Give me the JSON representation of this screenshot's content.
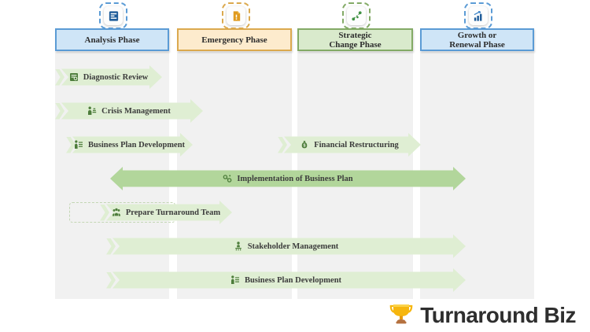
{
  "phases": [
    {
      "lines": [
        "Analysis Phase"
      ],
      "icon": "report-icon",
      "fill": "#cfe5f7",
      "border": "#5b9bd5",
      "icon_color": "#1f5c99"
    },
    {
      "lines": [
        "Emergency Phase"
      ],
      "icon": "emergency-doc-icon",
      "fill": "#fdebcd",
      "border": "#dba94e",
      "icon_color": "#e09a1e"
    },
    {
      "lines": [
        "Strategic",
        "Change Phase"
      ],
      "icon": "strategy-route-icon",
      "fill": "#d9eacc",
      "border": "#83aa66",
      "icon_color": "#3f9142"
    },
    {
      "lines": [
        "Growth or",
        "Renewal Phase"
      ],
      "icon": "growth-chart-icon",
      "fill": "#cfe5f7",
      "border": "#5b9bd5",
      "icon_color": "#1f5c99"
    }
  ],
  "activities": [
    {
      "label": "Diagnostic Review",
      "icon": "diagnostic-review-icon"
    },
    {
      "label": "Crisis Management",
      "icon": "crisis-management-icon"
    },
    {
      "label": "Business Plan Development",
      "icon": "business-plan-icon"
    },
    {
      "label": "Financial Restructuring",
      "icon": "financial-restructuring-icon"
    },
    {
      "label": "Implementation of Business Plan",
      "icon": "implementation-icon"
    },
    {
      "label": "Prepare Turnaround Team",
      "icon": "turnaround-team-icon"
    },
    {
      "label": "Stakeholder Management",
      "icon": "stakeholder-icon"
    },
    {
      "label": "Business Plan Development",
      "icon": "business-plan-icon"
    }
  ],
  "brand": {
    "name": "Turnaround Biz",
    "icon": "trophy-icon"
  },
  "colors": {
    "light_arrow": "#dfeed3",
    "implementation_arrow": "#b2d69b",
    "column_background": "#f1f1f1",
    "activity_icon_green": "#4d7d3b",
    "label_text": "#3c3c3c"
  }
}
